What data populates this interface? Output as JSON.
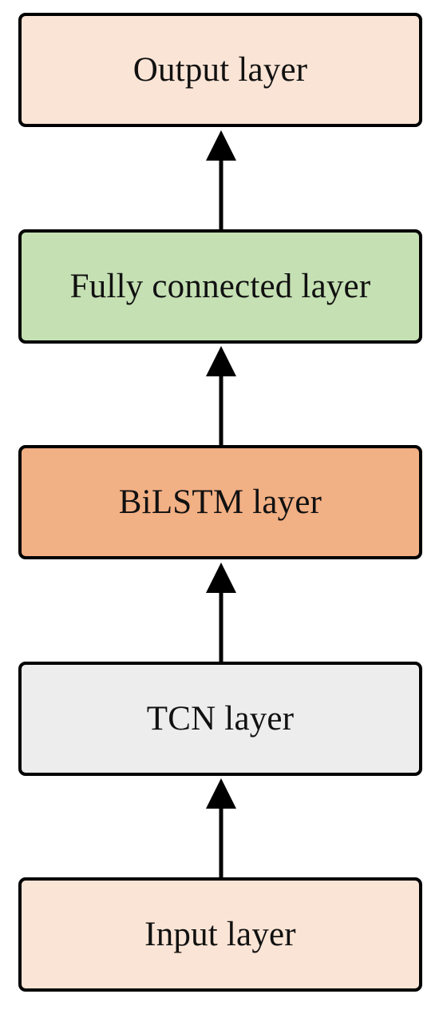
{
  "layers": [
    {
      "id": "output",
      "label": "Output layer",
      "fill": "#FAE4D5"
    },
    {
      "id": "fc",
      "label": "Fully connected layer",
      "fill": "#C5E0B3"
    },
    {
      "id": "bilstm",
      "label": "BiLSTM layer",
      "fill": "#F2B085"
    },
    {
      "id": "tcn",
      "label": "TCN layer",
      "fill": "#EDEDED"
    },
    {
      "id": "input",
      "label": "Input layer",
      "fill": "#FAE4D5"
    }
  ],
  "flow_direction": "bottom-to-top",
  "connections": [
    {
      "from": "input",
      "to": "tcn"
    },
    {
      "from": "tcn",
      "to": "bilstm"
    },
    {
      "from": "bilstm",
      "to": "fc"
    },
    {
      "from": "fc",
      "to": "output"
    }
  ]
}
